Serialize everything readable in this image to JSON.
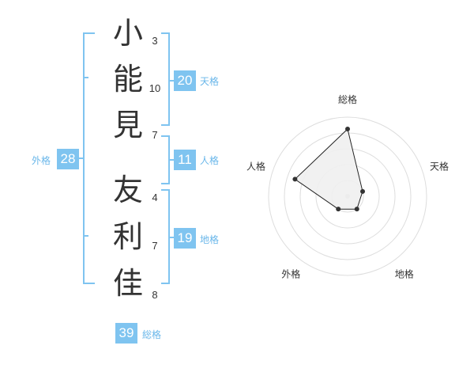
{
  "name": {
    "surname": [
      {
        "char": "小",
        "strokes": "3"
      },
      {
        "char": "能",
        "strokes": "10"
      },
      {
        "char": "見",
        "strokes": "7"
      }
    ],
    "given": [
      {
        "char": "友",
        "strokes": "4"
      },
      {
        "char": "利",
        "strokes": "7"
      },
      {
        "char": "佳",
        "strokes": "8"
      }
    ]
  },
  "kakusu": {
    "tenkaku": {
      "value": "20",
      "label": "天格"
    },
    "jinkaku": {
      "value": "11",
      "label": "人格"
    },
    "chikaku": {
      "value": "19",
      "label": "地格"
    },
    "gaikaku": {
      "value": "28",
      "label": "外格"
    },
    "soukaku": {
      "value": "39",
      "label": "総格"
    }
  },
  "colors": {
    "accent": "#7fc4f0",
    "accent_text": "#6ab7ea",
    "text": "#333333"
  },
  "chart_data": {
    "type": "radar",
    "axes": [
      "総格",
      "天格",
      "地格",
      "外格",
      "人格"
    ],
    "values": [
      0.85,
      0.2,
      0.2,
      0.2,
      0.7
    ],
    "rings": 5,
    "max": 1
  }
}
